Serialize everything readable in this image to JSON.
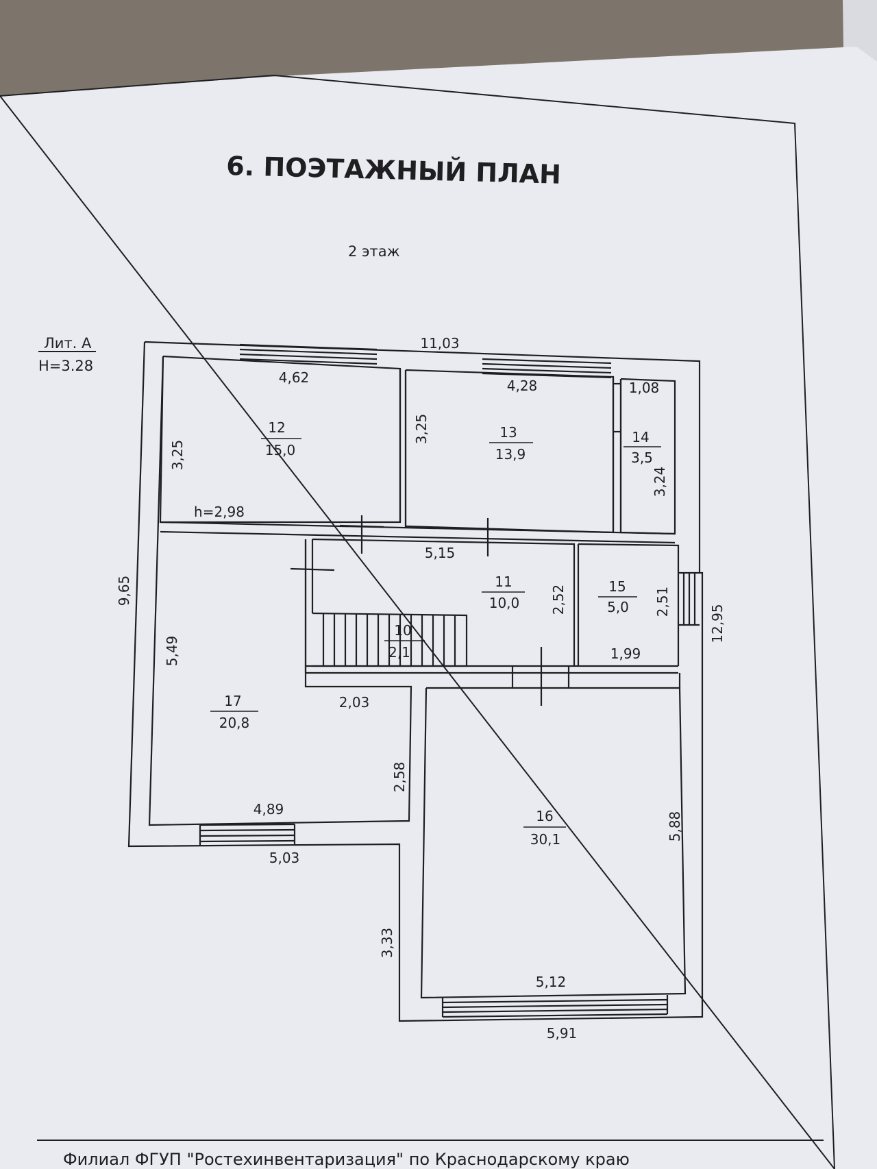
{
  "document": {
    "title": "6. ПОЭТАЖНЫЙ ПЛАН",
    "floor": "2 этаж",
    "letter": "Лит. А",
    "height": "H=3.28",
    "footer": "Филиал ФГУП \"Ростехинвентаризация\" по Краснодарскому краю"
  },
  "rooms": [
    {
      "id": "12",
      "number": "12",
      "area": "15,0"
    },
    {
      "id": "13",
      "number": "13",
      "area": "13,9"
    },
    {
      "id": "14",
      "number": "14",
      "area": "3,5"
    },
    {
      "id": "11",
      "number": "11",
      "area": "10,0"
    },
    {
      "id": "15",
      "number": "15",
      "area": "5,0"
    },
    {
      "id": "10",
      "number": "10",
      "area": "2,1"
    },
    {
      "id": "17",
      "number": "17",
      "area": "20,8"
    },
    {
      "id": "16",
      "number": "16",
      "area": "30,1"
    }
  ],
  "dimensions": {
    "overall_top": "11,03",
    "overall_left": "9,65",
    "overall_right": "12,95",
    "room12_width": "4,62",
    "room12_height": "3,25",
    "room13_width": "4,28",
    "room13_height": "3,25",
    "room14_width": "1,08",
    "room14_height": "3,24",
    "corridor_height_note": "h=2,98",
    "room11_width": "5,15",
    "room11_height": "2,52",
    "room15_height": "2,51",
    "room15_width": "1,99",
    "room17_height": "5,49",
    "room17_inner_top": "2,03",
    "room17_inner_side": "2,58",
    "room17_bottom": "4,89",
    "wing_bottom": "5,03",
    "room16_left_ext": "3,33",
    "room16_height": "5,88",
    "room16_width": "5,12",
    "bottom_ext": "5,91"
  },
  "colors": {
    "background": "#7d756c",
    "paper": "#e9ebf0",
    "ink": "#1f1f22"
  }
}
